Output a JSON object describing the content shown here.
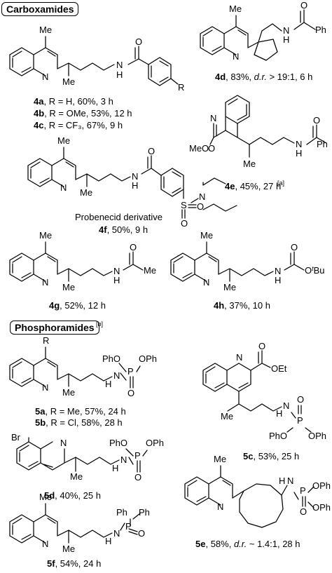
{
  "sections": {
    "carboxamides": "Carboxamides",
    "phosphoramides": "Phosphoramides",
    "phosphoramides_note": "[b]"
  },
  "atoms": {
    "me": "Me",
    "n": "N",
    "h": "H",
    "o": "O",
    "s": "S",
    "r": "R",
    "ph": "Ph",
    "pho": "PhO",
    "oph": "OPh",
    "p": "P",
    "br": "Br",
    "meo": "MeO",
    "oet": "OEt",
    "otbu_prefix": "O",
    "otbu_t": "t",
    "otbu_bu": "Bu"
  },
  "compounds": {
    "c4a": {
      "id": "4a",
      "text": ", R = H,      60%,   3 h"
    },
    "c4b": {
      "id": "4b",
      "text": ", R = OMe, 53%, 12 h"
    },
    "c4c": {
      "id": "4c",
      "text": ", R = CF₃,   67%,   9 h"
    },
    "c4d": {
      "id": "4d",
      "text_pre": ", 83%, ",
      "dr_label": "d.r.",
      "text_post": " > 19:1,  6 h"
    },
    "c4e": {
      "id": "4e",
      "text": ", 45%, 27 h",
      "note": "[a]"
    },
    "c4f": {
      "name": "Probenecid derivative",
      "id": "4f",
      "text": ", 50%, 9 h"
    },
    "c4g": {
      "id": "4g",
      "text": ", 52%, 12 h"
    },
    "c4h": {
      "id": "4h",
      "text": ", 37%, 10 h"
    },
    "c5a": {
      "id": "5a",
      "text": ", R = Me, 57%, 24 h"
    },
    "c5b": {
      "id": "5b",
      "text": ", R = Cl,  58%, 28 h"
    },
    "c5c": {
      "id": "5c",
      "text": ", 53%, 25 h"
    },
    "c5d": {
      "id": "5d",
      "text": ", 40%, 25 h"
    },
    "c5e": {
      "id": "5e",
      "text_pre": ", 58%, ",
      "dr_label": "d.r.",
      "text_post": " ~ 1.4:1, 28 h"
    },
    "c5f": {
      "id": "5f",
      "text": ", 54%, 24 h"
    }
  }
}
